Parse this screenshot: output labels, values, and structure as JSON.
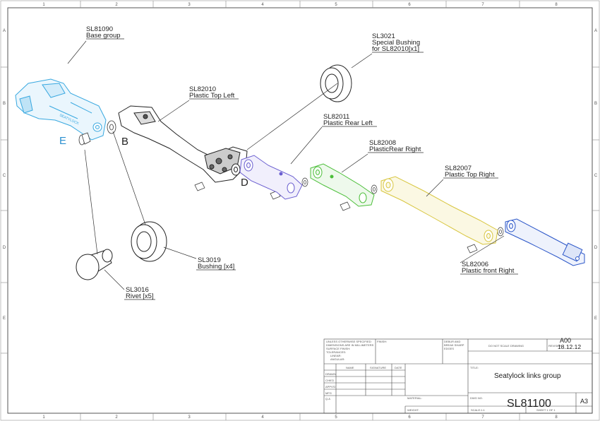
{
  "zones": {
    "cols": [
      "1",
      "2",
      "3",
      "4",
      "5",
      "6",
      "7",
      "8"
    ],
    "rows": [
      "A",
      "B",
      "C",
      "D",
      "E"
    ]
  },
  "parts": [
    {
      "code": "SL81090",
      "desc": "Base group"
    },
    {
      "code": "SL3021",
      "desc": "Special Bushing",
      "desc2": "for SL82010[x1]"
    },
    {
      "code": "SL82010",
      "desc": "Plastic Top Left"
    },
    {
      "code": "SL82011",
      "desc": "Plastic Rear Left"
    },
    {
      "code": "SL82008",
      "desc": "PlasticRear Right"
    },
    {
      "code": "SL82007",
      "desc": "Plastic Top Right"
    },
    {
      "code": "SL3019",
      "desc": "Bushing [x4]"
    },
    {
      "code": "SL82006",
      "desc": "Plastic front Right"
    },
    {
      "code": "SL3016",
      "desc": "Rivet [x5]"
    }
  ],
  "markers": {
    "e": "E",
    "b": "B",
    "d": "D"
  },
  "title_block": {
    "notes": [
      "UNLESS OTHERWISE SPECIFIED:",
      "DIMENSIONS ARE IN MILLIMETERS",
      "SURFACE FINISH:",
      "TOLERANCES:",
      "LINEAR:",
      "ANGULAR:"
    ],
    "finish_label": "FINISH:",
    "deburr": [
      "DEBUR AND",
      "BREAK SHARP",
      "EDGES"
    ],
    "do_not_scale": "DO NOT SCALE DRAWING",
    "revision_label": "REVISION",
    "revision": "A00",
    "date": "18.12.12",
    "col_headers": [
      "NAME",
      "SIGNATURE",
      "DATE"
    ],
    "row_labels": [
      "DRAWN",
      "CHK'D",
      "APPV'D",
      "MFG",
      "Q.A"
    ],
    "material_label": "MATERIAL:",
    "weight_label": "WEIGHT:",
    "title_label": "TITLE:",
    "title": "Seatylock links group",
    "dwg_label": "DWG NO.",
    "dwg_no": "SL81100",
    "size": "A3",
    "scale": "SCALE:1:1",
    "sheet": "SHEET 1 OF 1"
  },
  "colors": {
    "base_group": "#38a8e0",
    "rear_left": "#6b5fd0",
    "rear_right": "#4cbf3a",
    "top_right": "#d8c640",
    "front_right": "#2a55c8",
    "marker_e": "#2a8fd0"
  }
}
